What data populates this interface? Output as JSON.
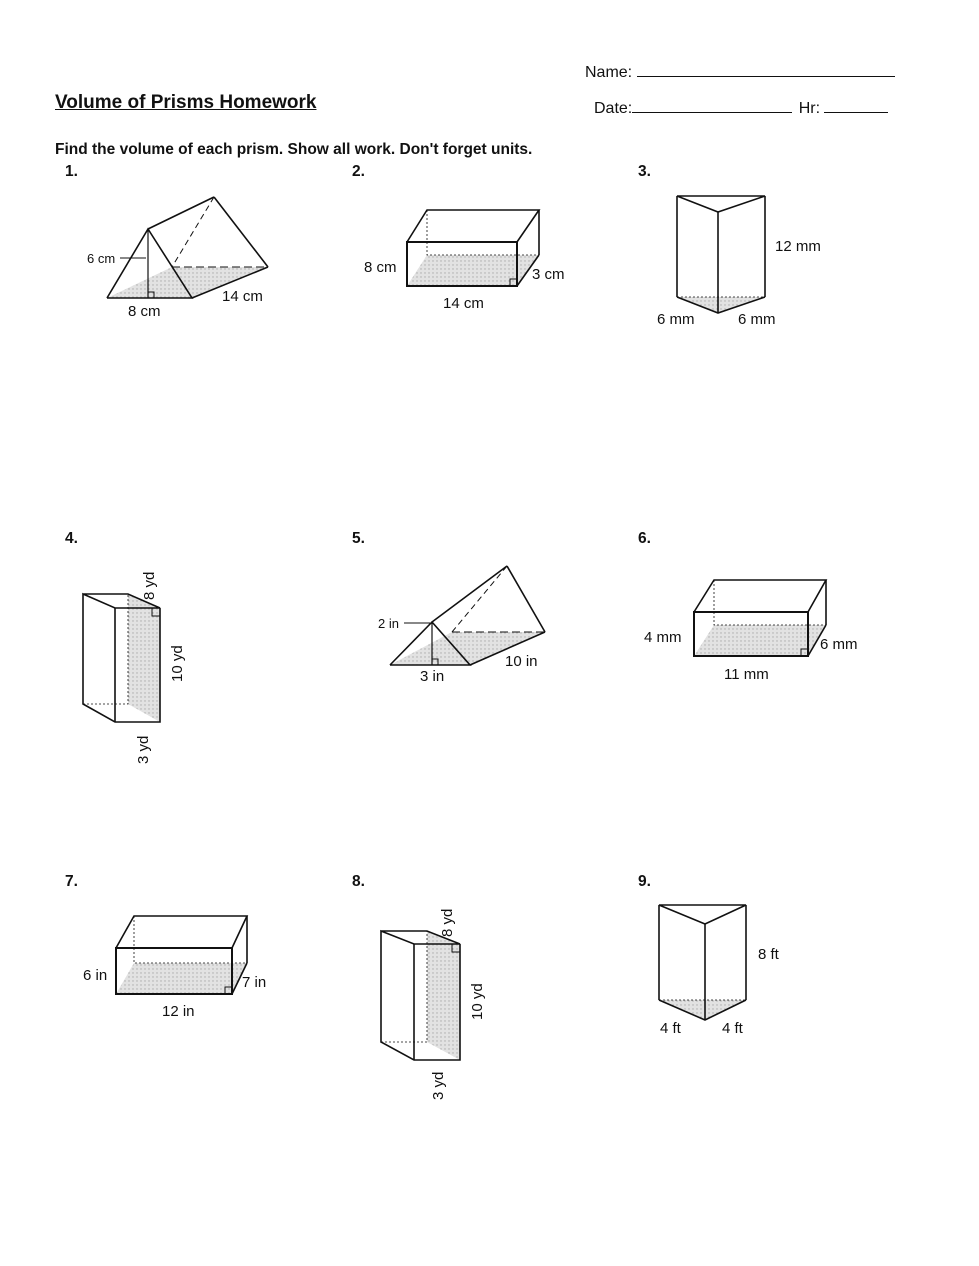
{
  "header": {
    "title": "Volume of Prisms Homework",
    "name_label": "Name:",
    "date_label": "Date:",
    "hour_label": "Hr:"
  },
  "instructions": "Find the volume of each prism.  Show all work.  Don't forget units.",
  "problems": [
    {
      "number": "1.",
      "shape": "triangular-prism",
      "labels": [
        "6 cm",
        "8 cm",
        "14 cm"
      ]
    },
    {
      "number": "2.",
      "shape": "rectangular-prism",
      "labels": [
        "8 cm",
        "3 cm",
        "14 cm"
      ]
    },
    {
      "number": "3.",
      "shape": "triangular-prism-upright",
      "labels": [
        "12 mm",
        "6 mm",
        "6 mm"
      ]
    },
    {
      "number": "4.",
      "shape": "rectangular-prism-tall",
      "labels": [
        "8 yd",
        "10 yd",
        "3 yd"
      ]
    },
    {
      "number": "5.",
      "shape": "triangular-prism",
      "labels": [
        "2 in",
        "3 in",
        "10 in"
      ]
    },
    {
      "number": "6.",
      "shape": "rectangular-prism",
      "labels": [
        "4 mm",
        "6 mm",
        "11 mm"
      ]
    },
    {
      "number": "7.",
      "shape": "rectangular-prism",
      "labels": [
        "6 in",
        "7 in",
        "12 in"
      ]
    },
    {
      "number": "8.",
      "shape": "rectangular-prism-tall",
      "labels": [
        "8 yd",
        "10 yd",
        "3 yd"
      ]
    },
    {
      "number": "9.",
      "shape": "triangular-prism-upright",
      "labels": [
        "8 ft",
        "4 ft",
        "4 ft"
      ]
    }
  ]
}
